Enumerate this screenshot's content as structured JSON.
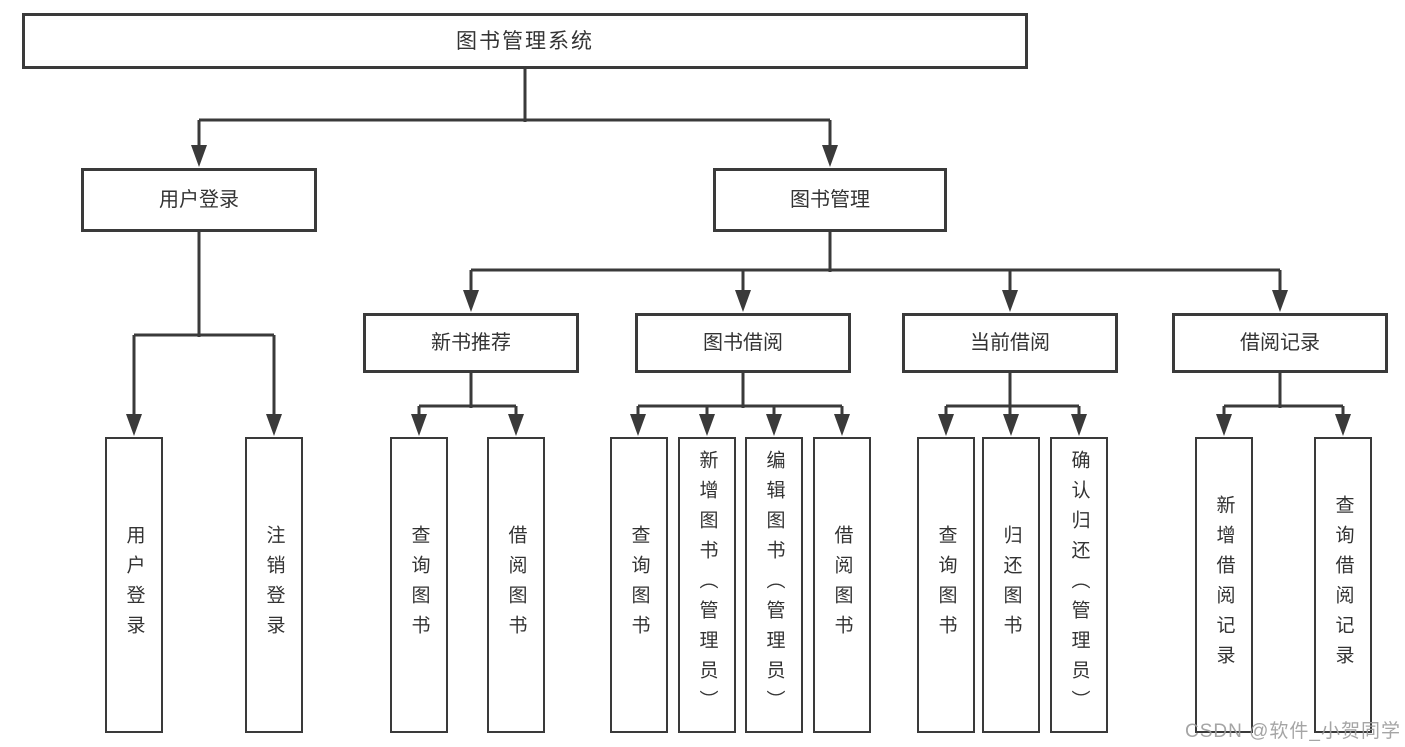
{
  "diagram": {
    "type": "hierarchy-diagram",
    "tree": {
      "label": "图书管理系统",
      "children": [
        {
          "label": "用户登录",
          "children": [
            {
              "label": "用户登录"
            },
            {
              "label": "注销登录"
            }
          ]
        },
        {
          "label": "图书管理",
          "children": [
            {
              "label": "新书推荐",
              "children": [
                {
                  "label": "查询图书"
                },
                {
                  "label": "借阅图书"
                }
              ]
            },
            {
              "label": "图书借阅",
              "children": [
                {
                  "label": "查询图书"
                },
                {
                  "label": "新增图书（管理员）"
                },
                {
                  "label": "编辑图书（管理员）"
                },
                {
                  "label": "借阅图书"
                }
              ]
            },
            {
              "label": "当前借阅",
              "children": [
                {
                  "label": "查询图书"
                },
                {
                  "label": "归还图书"
                },
                {
                  "label": "确认归还（管理员）"
                }
              ]
            },
            {
              "label": "借阅记录",
              "children": [
                {
                  "label": "新增借阅记录"
                },
                {
                  "label": "查询借阅记录"
                }
              ]
            }
          ]
        }
      ]
    },
    "watermark": {
      "text": "CSDN @软件_小贺同学"
    },
    "colors": {
      "stroke": "#3a3a3a",
      "box_background": "#ffffff",
      "text": "#333333",
      "watermark": "#9b9b9b"
    }
  }
}
